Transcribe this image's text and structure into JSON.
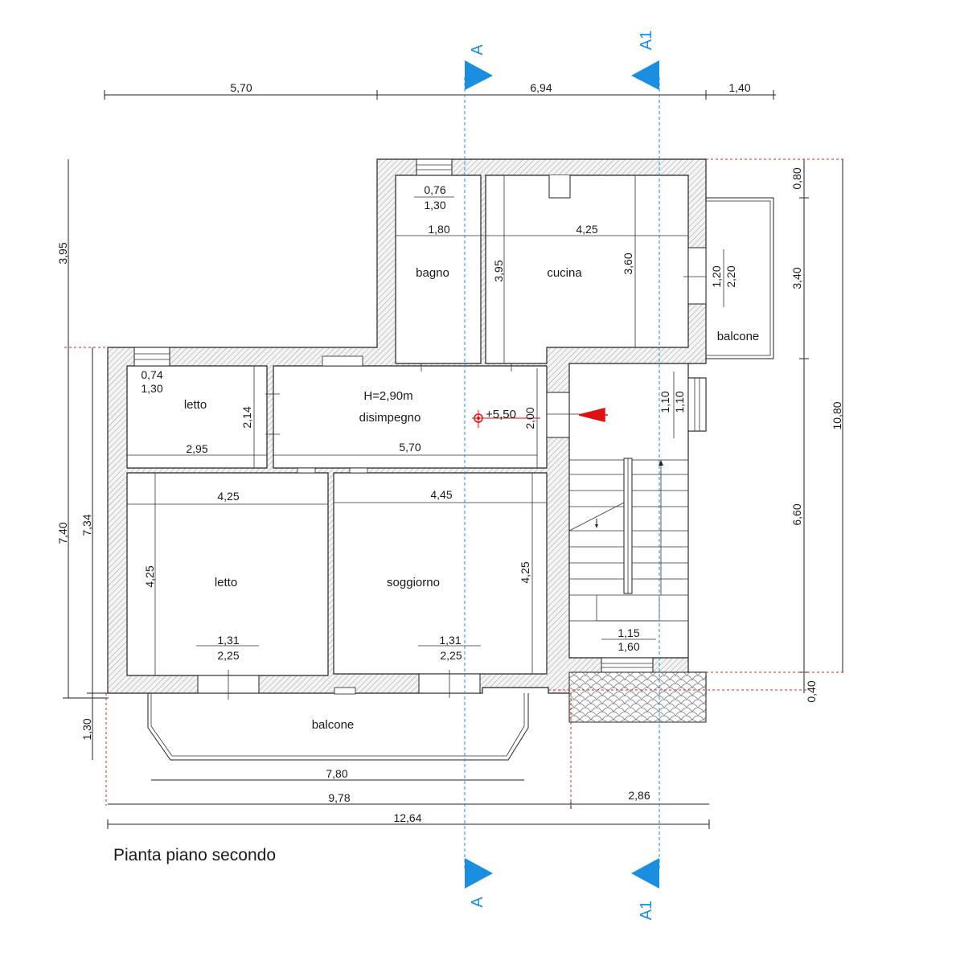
{
  "title": "Pianta piano secondo",
  "colors": {
    "section": "#1a8fe0",
    "marker": "#e01010",
    "guide": "#e02020"
  },
  "sections": {
    "a": "A",
    "a1": "A1"
  },
  "rooms": {
    "bagno": "bagno",
    "cucina": "cucina",
    "balcone_right": "balcone",
    "letto_small": "letto",
    "disimpegno": "disimpegno",
    "height": "H=2,90m",
    "letto_big": "letto",
    "soggiorno": "soggiorno",
    "balcone_bottom": "balcone"
  },
  "level": "+5,50",
  "dims": {
    "top1": "5,70",
    "top2": "6,94",
    "top3": "1,40",
    "win_bagno_w": "0,76",
    "win_bagno_h": "1,30",
    "bagno_w": "1,80",
    "cucina_w": "4,25",
    "bagno_h": "3,95",
    "cucina_h": "3,60",
    "win_cucina_w": "1,20",
    "win_cucina_h": "2,20",
    "win_letto_w": "0,74",
    "win_letto_h": "1,30",
    "letto_small_h": "2,14",
    "letto_small_w": "2,95",
    "disimp_h": "2,00",
    "disimp_w": "5,70",
    "stair_door_w": "1,10",
    "stair_door_h": "1,10",
    "letto_w": "4,25",
    "soggiorno_w": "4,45",
    "letto_h": "4,25",
    "soggiorno_h": "4,25",
    "win1_w": "1,31",
    "win1_h": "2,25",
    "win2_w": "1,31",
    "win2_h": "2,25",
    "stair_win_w": "1,15",
    "stair_win_h": "1,60",
    "left_395": "3,95",
    "left_740": "7,40",
    "left_734": "7,34",
    "left_130": "1,30",
    "right_080": "0,80",
    "right_340": "3,40",
    "right_660": "6,60",
    "right_040": "0,40",
    "right_1080": "10,80",
    "bot_780": "7,80",
    "bot_978": "9,78",
    "bot_286": "2,86",
    "bot_1264": "12,64"
  }
}
